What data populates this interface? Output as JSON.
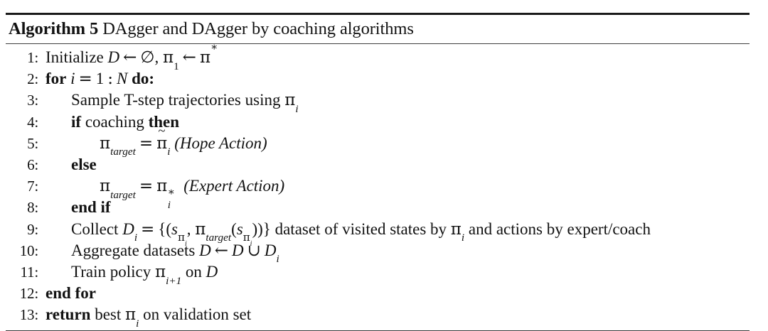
{
  "document": {
    "type": "algorithm-pseudocode-block",
    "title_keyword": "Algorithm 5",
    "title_text": "DAgger and DAgger by coaching algorithms",
    "rule_color": "#3d3d3d",
    "top_rule_color": "#1a1a1a",
    "text_color": "#121212",
    "background": "#ffffff"
  },
  "lines": [
    {
      "number": "1:",
      "indent": 0,
      "plain_text": "Initialize D ← ∅, π1 ← π*",
      "keyword": "",
      "body": "Initialize"
    },
    {
      "number": "2:",
      "indent": 0,
      "plain_text": "for i = 1 : N do:",
      "keyword": "for",
      "keyword2": "do:",
      "body": ""
    },
    {
      "number": "3:",
      "indent": 1,
      "plain_text": "Sample T-step trajectories using πi",
      "keyword": "",
      "body": "Sample T-step trajectories using"
    },
    {
      "number": "4:",
      "indent": 1,
      "plain_text": "if coaching then",
      "keyword": "if",
      "keyword2": "then",
      "body": "coaching"
    },
    {
      "number": "5:",
      "indent": 2,
      "plain_text": "πtarget = π̃i (Hope Action)",
      "annotation": "(Hope Action)",
      "body": ""
    },
    {
      "number": "6:",
      "indent": 1,
      "plain_text": "else",
      "keyword": "else",
      "body": ""
    },
    {
      "number": "7:",
      "indent": 2,
      "plain_text": "πtarget = π*i (Expert Action)",
      "annotation": "(Expert Action)",
      "body": ""
    },
    {
      "number": "8:",
      "indent": 1,
      "plain_text": "end if",
      "keyword": "end if",
      "body": ""
    },
    {
      "number": "9:",
      "indent": 1,
      "plain_text": "Collect Di = {(sπi, πtarget(sπi))} dataset of visited states by πi and actions by expert/coach",
      "body": "Collect",
      "tail": "dataset of visited states by",
      "tail2": "and actions by expert/coach"
    },
    {
      "number": "10:",
      "indent": 1,
      "plain_text": "Aggregate datasets D ← D ∪ Di",
      "body": "Aggregate datasets"
    },
    {
      "number": "11:",
      "indent": 1,
      "plain_text": "Train policy πi+1 on D",
      "body": "Train policy",
      "tail": "on"
    },
    {
      "number": "12:",
      "indent": 0,
      "plain_text": "end for",
      "keyword": "end for",
      "body": ""
    },
    {
      "number": "13:",
      "indent": 0,
      "plain_text": "return best πi on validation set",
      "keyword": "return",
      "body": "best",
      "tail": "on validation set"
    }
  ],
  "symbols": {
    "pi": "π",
    "empty_set": "∅",
    "left_arrow": "←",
    "union": "∪",
    "equals": "=",
    "colon": ":",
    "tilde": "~",
    "star": "∗",
    "D": "D",
    "N": "N",
    "i": "i",
    "s": "s",
    "target": "target",
    "i_plus_1": "i+1",
    "one": "1",
    "brace_open": "{",
    "brace_close": "}",
    "paren_open": "(",
    "paren_close": ")",
    "comma": ","
  }
}
